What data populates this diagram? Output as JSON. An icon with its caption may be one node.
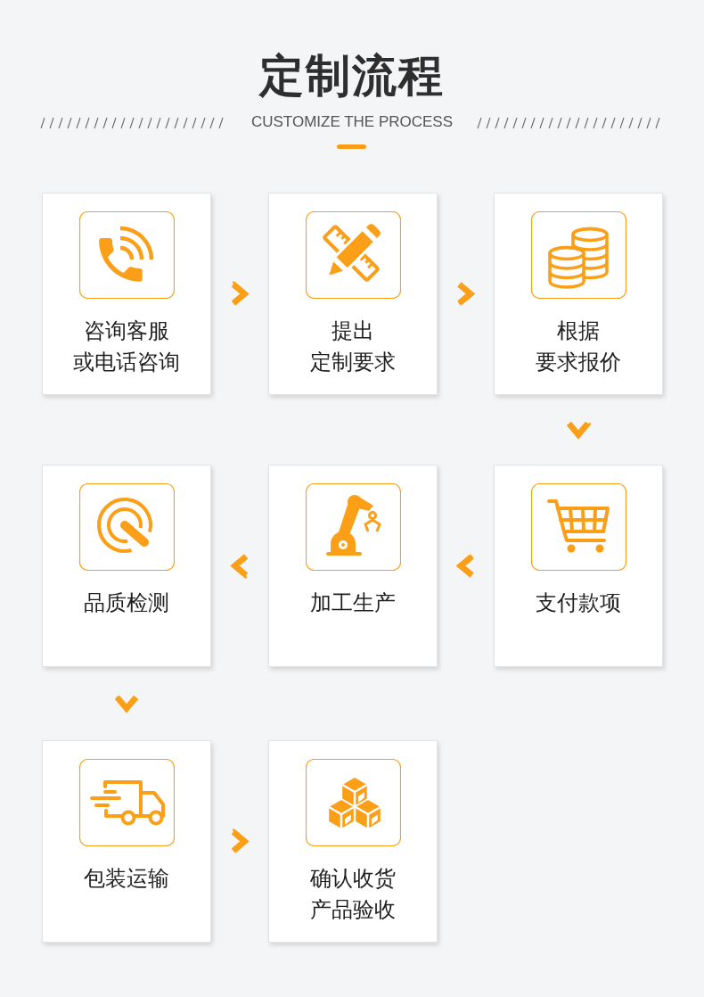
{
  "diagram": {
    "title": "定制流程",
    "nodes": [
      {
        "text": [
          "咨询客服或电话咨询"
        ]
      },
      {
        "text": [
          "提出定制要求"
        ]
      },
      {
        "text": [
          "根据要求报价"
        ]
      },
      {
        "text": [
          "品质检测"
        ]
      },
      {
        "text": [
          "加工生产"
        ]
      },
      {
        "text": [
          "支付款项"
        ]
      },
      {
        "text": [
          "包装运输"
        ]
      },
      {
        "text": [
          "确认收货产品验收"
        ]
      }
    ],
    "edges": [
      {
        "from": 0,
        "to": 1,
        "arrow": "to"
      },
      {
        "from": 1,
        "to": 2,
        "arrow": "to"
      },
      {
        "from": 2,
        "to": 5,
        "arrow": "to"
      },
      {
        "from": 5,
        "to": 4,
        "arrow": "to"
      },
      {
        "from": 4,
        "to": 3,
        "arrow": "to"
      },
      {
        "from": 3,
        "to": 6,
        "arrow": "to"
      },
      {
        "from": 6,
        "to": 7,
        "arrow": "to"
      }
    ],
    "labels": [
      "CUSTOMIZE THE PROCESS"
    ]
  }
}
